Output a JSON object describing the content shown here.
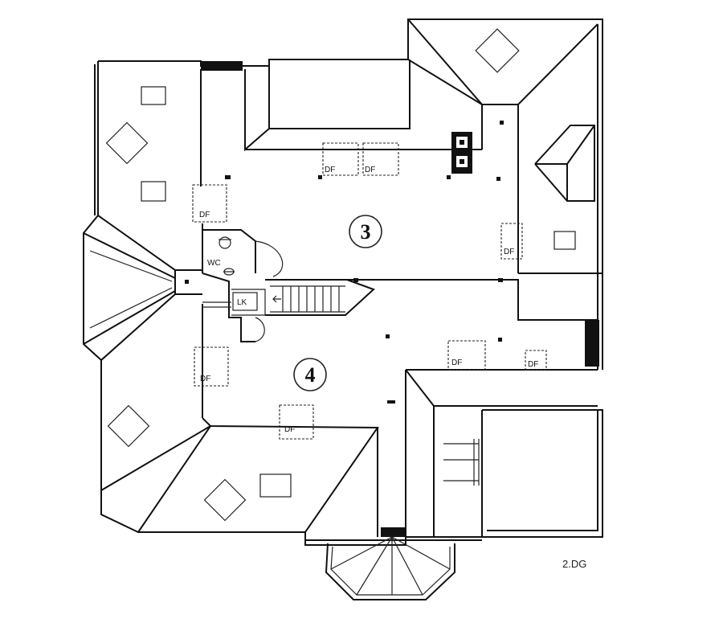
{
  "plan": {
    "floor_label": "2.DG",
    "rooms": [
      {
        "number": "3"
      },
      {
        "number": "4"
      }
    ],
    "labels": {
      "df": "DF",
      "wc": "WC",
      "lk": "LK"
    }
  }
}
